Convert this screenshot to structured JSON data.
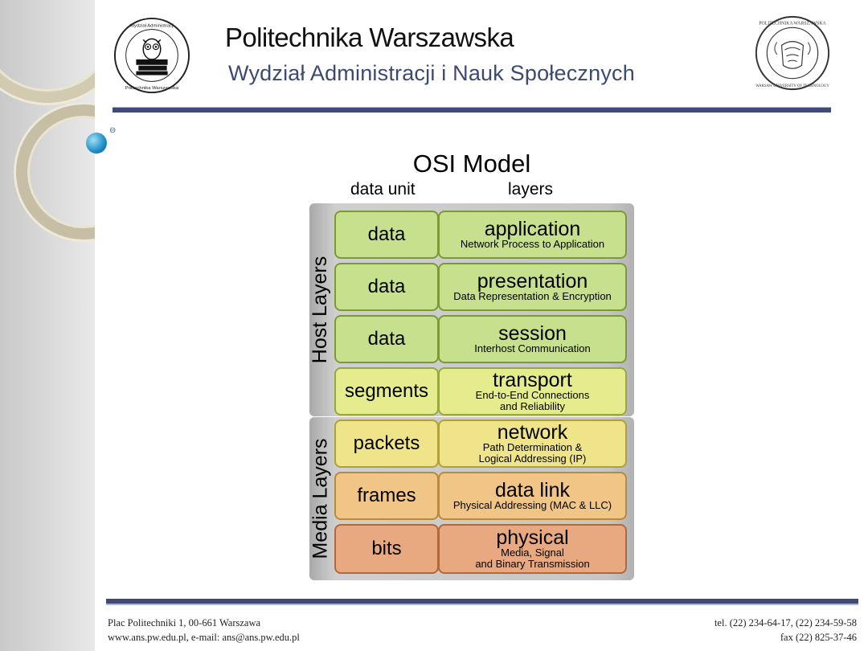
{
  "header": {
    "title": "Politechnika Warszawska",
    "subtitle": "Wydział Administracji i Nauk Społecznych",
    "logo_left_text": "Wydział Administracji i Nauk Społecznych • Politechnika Warszawska",
    "logo_right_text": "POLITECHNIKA WARSZAWSKA • WARSAW UNIVERSITY OF TECHNOLOGY"
  },
  "diagram": {
    "title": "OSI Model",
    "column_headers": {
      "unit": "data unit",
      "layers": "layers"
    },
    "groups": {
      "host": "Host Layers",
      "media": "Media Layers"
    },
    "rows": [
      {
        "unit": "data",
        "name": "application",
        "desc": [
          "Network Process to Application"
        ]
      },
      {
        "unit": "data",
        "name": "presentation",
        "desc": [
          "Data Representation & Encryption"
        ]
      },
      {
        "unit": "data",
        "name": "session",
        "desc": [
          "Interhost Communication"
        ]
      },
      {
        "unit": "segments",
        "name": "transport",
        "desc": [
          "End-to-End Connections",
          "and Reliability"
        ]
      },
      {
        "unit": "packets",
        "name": "network",
        "desc": [
          "Path Determination &",
          "Logical Addressing (IP)"
        ]
      },
      {
        "unit": "frames",
        "name": "data link",
        "desc": [
          "Physical Addressing (MAC & LLC)"
        ]
      },
      {
        "unit": "bits",
        "name": "physical",
        "desc": [
          "Media, Signal",
          "and Binary Transmission"
        ]
      }
    ],
    "colors": {
      "application": "#c6e08e",
      "presentation": "#c6e08e",
      "session": "#c6e08e",
      "transport": "#e5ec8d",
      "network": "#f0e48b",
      "data_link": "#f0c585",
      "physical": "#e8a981"
    }
  },
  "footer": {
    "address": "Plac Politechniki 1, 00-661 Warszawa",
    "web": "www.ans.pw.edu.pl, e-mail: ans@ans.pw.edu.pl",
    "tel": "tel. (22) 234-64-17, (22) 234-59-58",
    "fax": "fax (22) 825-37-46"
  }
}
